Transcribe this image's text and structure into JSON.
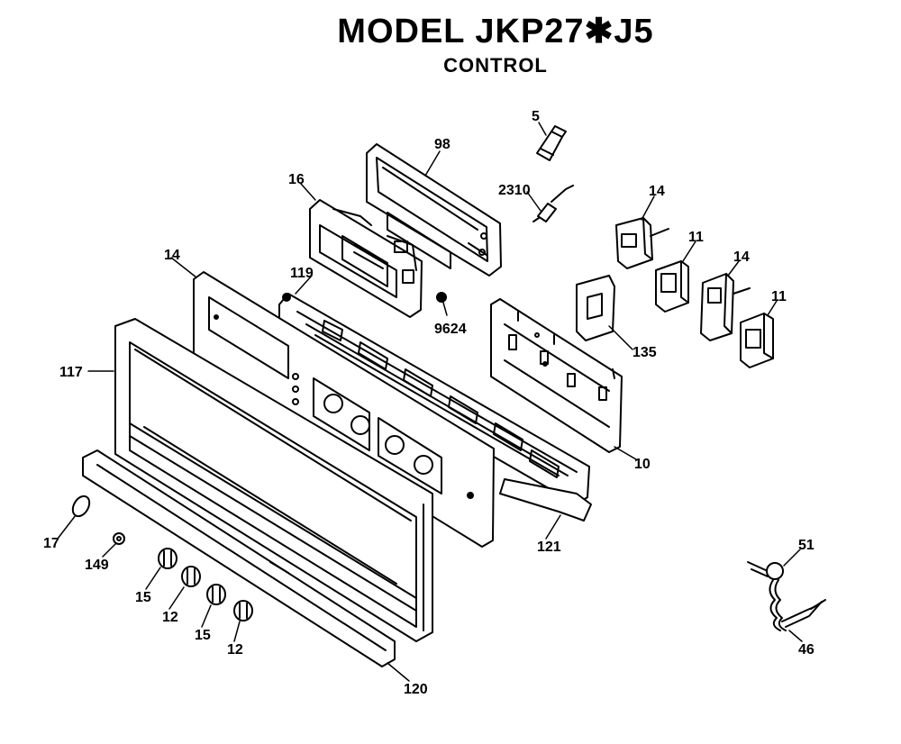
{
  "header": {
    "title": "MODEL JKP27✱J5",
    "subtitle": "CONTROL"
  },
  "callouts": {
    "c5": "5",
    "c98": "98",
    "c16": "16",
    "c2310": "2310",
    "c14a": "14",
    "c11a": "11",
    "c14b": "14",
    "c11b": "11",
    "c14c": "14",
    "c119": "119",
    "c9624": "9624",
    "c135": "135",
    "c117": "117",
    "c10": "10",
    "c121": "121",
    "c17": "17",
    "c149": "149",
    "c15a": "15",
    "c12a": "12",
    "c15b": "15",
    "c12b": "12",
    "c120": "120",
    "c51": "51",
    "c46": "46"
  }
}
